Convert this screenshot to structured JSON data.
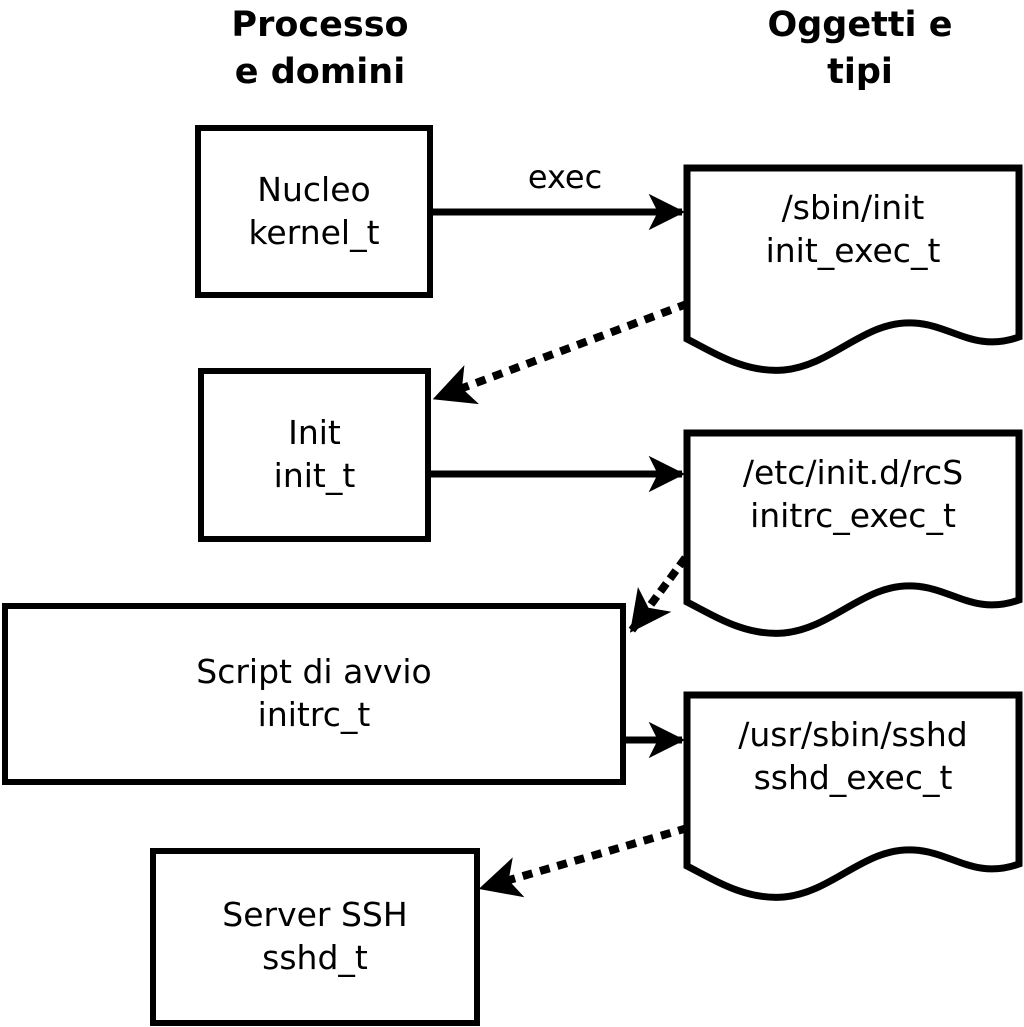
{
  "diagram": {
    "title_implicit": "SELinux process domains and object types",
    "headers": {
      "left": "Processo\ne domini",
      "right": "Oggetti e\ntipi"
    },
    "colors": {
      "stroke": "#000000",
      "fill": "#ffffff"
    },
    "process_nodes": [
      {
        "id": "kernel",
        "label": "Nucleo\nkernel_t"
      },
      {
        "id": "init",
        "label": "Init\ninit_t"
      },
      {
        "id": "initrc",
        "label": "Script di avvio\ninitrc_t"
      },
      {
        "id": "sshd",
        "label": "Server SSH\nsshd_t"
      }
    ],
    "object_nodes": [
      {
        "id": "init_exec",
        "label": "/sbin/init\ninit_exec_t"
      },
      {
        "id": "initrc_exec",
        "label": "/etc/init.d/rcS\ninitrc_exec_t"
      },
      {
        "id": "sshd_exec",
        "label": "/usr/sbin/sshd\nsshd_exec_t"
      }
    ],
    "edges": [
      {
        "id": "e1",
        "from": "kernel",
        "to": "init_exec",
        "style": "solid",
        "label": "exec"
      },
      {
        "id": "e2",
        "from": "init_exec",
        "to": "init",
        "style": "dotted",
        "label": ""
      },
      {
        "id": "e3",
        "from": "init",
        "to": "initrc_exec",
        "style": "solid",
        "label": ""
      },
      {
        "id": "e4",
        "from": "initrc_exec",
        "to": "initrc",
        "style": "dotted",
        "label": ""
      },
      {
        "id": "e5",
        "from": "initrc",
        "to": "sshd_exec",
        "style": "solid",
        "label": ""
      },
      {
        "id": "e6",
        "from": "sshd_exec",
        "to": "sshd",
        "style": "dotted",
        "label": ""
      }
    ]
  }
}
